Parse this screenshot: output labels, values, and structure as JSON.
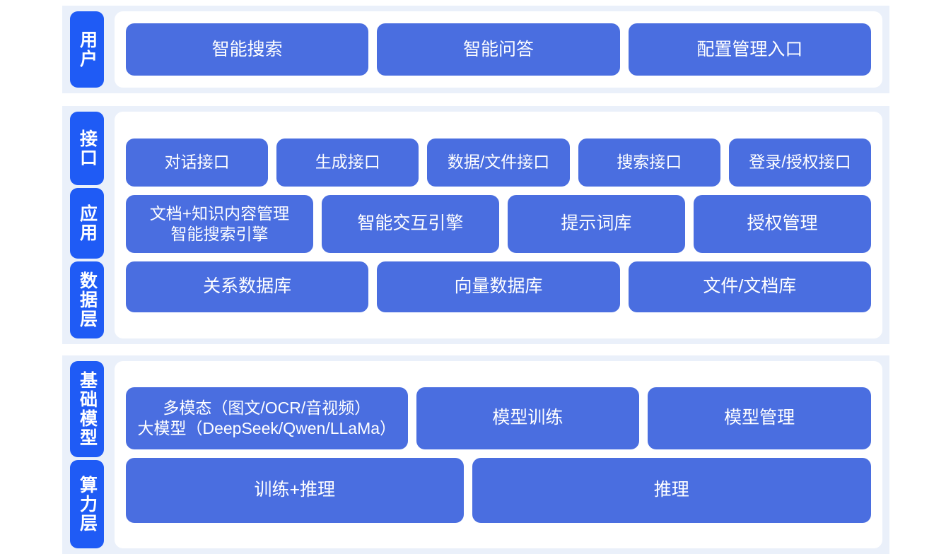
{
  "colors": {
    "rail_tab": "#1f5bf5",
    "card": "#4a6ee0",
    "section_bg": "#eaf0fa",
    "panel_bg": "#ffffff",
    "page_bg": "#ffffff",
    "card_text": "#ffffff"
  },
  "sections": {
    "user": {
      "rail": [
        {
          "label": "用户"
        }
      ],
      "rows": {
        "user_row": [
          {
            "label": "智能搜索"
          },
          {
            "label": "智能问答"
          },
          {
            "label": "配置管理入口"
          }
        ]
      }
    },
    "middle": {
      "rail": [
        {
          "label": "接口"
        },
        {
          "label": "应用"
        },
        {
          "label": "数据层"
        }
      ],
      "rows": {
        "interface_row": [
          {
            "label": "对话接口"
          },
          {
            "label": "生成接口"
          },
          {
            "label": "数据/文件接口"
          },
          {
            "label": "搜索接口"
          },
          {
            "label": "登录/授权接口"
          }
        ],
        "application_row": [
          {
            "label": "文档+知识内容管理\n智能搜索引擎"
          },
          {
            "label": "智能交互引擎"
          },
          {
            "label": "提示词库"
          },
          {
            "label": "授权管理"
          }
        ],
        "data_row": [
          {
            "label": "关系数据库"
          },
          {
            "label": "向量数据库"
          },
          {
            "label": "文件/文档库"
          }
        ]
      }
    },
    "bottom": {
      "rail": [
        {
          "label": "基础模型"
        },
        {
          "label": "算力层"
        }
      ],
      "rows": {
        "model_row": [
          {
            "label": "多模态（图文/OCR/音视频）\n大模型（DeepSeek/Qwen/LLaMa）"
          },
          {
            "label": "模型训练"
          },
          {
            "label": "模型管理"
          }
        ],
        "compute_row": [
          {
            "label": "训练+推理"
          },
          {
            "label": "推理"
          }
        ]
      }
    }
  }
}
